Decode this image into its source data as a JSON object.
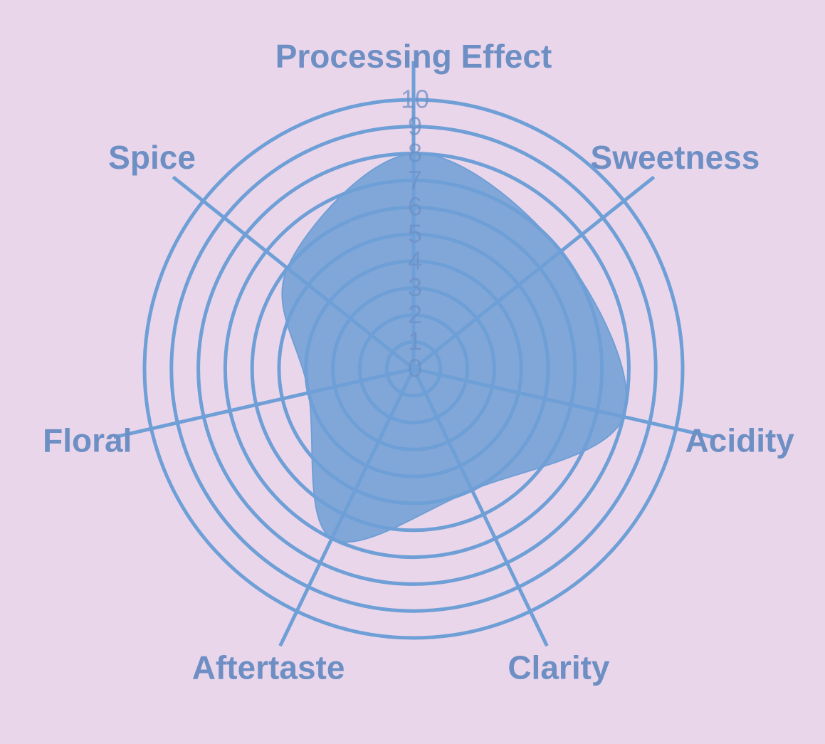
{
  "chart_data": {
    "type": "radar",
    "title": "",
    "axes": [
      "Processing Effect",
      "Sweetness",
      "Acidity",
      "Clarity",
      "Aftertaste",
      "Floral",
      "Spice"
    ],
    "series": [
      {
        "values": [
          8,
          7,
          8,
          5,
          7,
          4,
          6
        ]
      }
    ],
    "radial_range": [
      0,
      10
    ],
    "radial_ticks": [
      "0",
      "1",
      "2",
      "3",
      "4",
      "5",
      "6",
      "7",
      "8",
      "9",
      "10"
    ],
    "colors": {
      "background": "#ead6ea",
      "accent": "#6e9fd6",
      "fill": "#6e9fd6",
      "text": "#6d8fc4"
    },
    "legend": "none"
  }
}
